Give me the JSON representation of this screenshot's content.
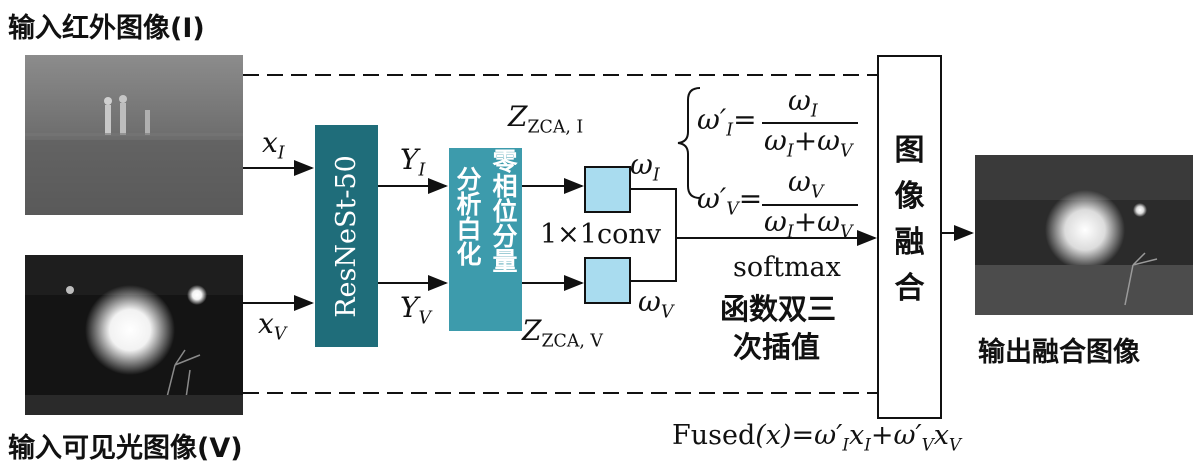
{
  "captions": {
    "infrared_input": "输入红外图像(I)",
    "visible_input": "输入可见光图像(V)",
    "fused_output": "输出融合图像"
  },
  "labels": {
    "x_i": "x",
    "x_i_sub": "I",
    "x_v": "x",
    "x_v_sub": "V",
    "y_i": "Y",
    "y_i_sub": "I",
    "y_v": "Y",
    "y_v_sub": "V",
    "z_zca_i": "Z",
    "z_zca_i_sub": "ZCA, I",
    "z_zca_v": "Z",
    "z_zca_v_sub": "ZCA, V",
    "omega_i": "ω",
    "omega_i_sub": "I",
    "omega_v": "ω",
    "omega_v_sub": "V",
    "conv": "1×1conv"
  },
  "blocks": {
    "resnest": "ResNeSt-50",
    "zca_col1": "分析白化",
    "zca_col2": "零相位分量",
    "fusion_chars": [
      "图",
      "像",
      "融",
      "合"
    ]
  },
  "softmax": {
    "line1": "softmax",
    "line2": "函数双三",
    "line3": "次插值"
  },
  "equations": {
    "w_i_lhs": "ω′",
    "w_i_lhs_sub": "I",
    "w_i_num": "ω",
    "w_i_num_sub": "I",
    "w_v_lhs": "ω′",
    "w_v_lhs_sub": "V",
    "w_v_num": "ω",
    "w_v_num_sub": "V",
    "den_a": "ω",
    "den_a_sub": "I",
    "den_plus": "+",
    "den_b": "ω",
    "den_b_sub": "V",
    "equals": "="
  },
  "fused_formula": {
    "prefix": "Fused",
    "arg": "(x)",
    "equals": "=",
    "term1": "ω′",
    "term1_sub": "I",
    "term1_x": "x",
    "term1_x_sub": "I",
    "plus": "+",
    "term2": "ω′",
    "term2_sub": "V",
    "term2_x": "x",
    "term2_x_sub": "V"
  },
  "colors": {
    "resnest_fill": "#1f6d7a",
    "zca_fill": "#3d9bac",
    "conv_fill": "#a9dcef",
    "fusion_fill": "#ffffff",
    "lines": "#111111"
  }
}
